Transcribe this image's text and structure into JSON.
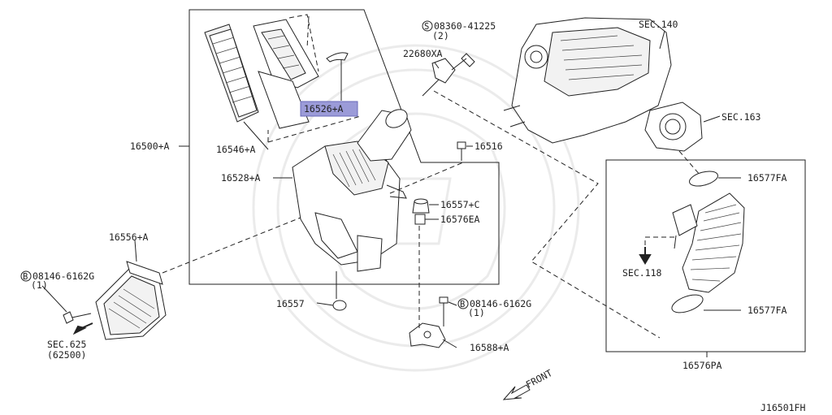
{
  "diagram_code": "J16501FH",
  "front_label": "FRONT",
  "highlight_color": "#9b9bd8",
  "callouts": {
    "sec140": "SEC.140",
    "sec163": "SEC.163",
    "sec118": "SEC.118",
    "sec625": "SEC.625",
    "sec625_sub": "(62500)",
    "p16500a": "16500+A",
    "p16546a": "16546+A",
    "p16526a": "16526+A",
    "p16528a": "16528+A",
    "p22680xa": "22680XA",
    "p08360": "08360-41225",
    "p08360_qty": "(2)",
    "p16516": "16516",
    "p16557c": "16557+C",
    "p16576ea": "16576EA",
    "p16556a": "16556+A",
    "p08146_left": "08146-6162G",
    "p08146_left_qty": "(1)",
    "p16557": "16557",
    "p08146_right": "08146-6162G",
    "p08146_right_qty": "(1)",
    "p16588a": "16588+A",
    "p16577fa_top": "16577FA",
    "p16577fa_bottom": "16577FA",
    "p16576pa": "16576PA",
    "sym_s": "S",
    "sym_b_left": "B",
    "sym_b_right": "B"
  }
}
